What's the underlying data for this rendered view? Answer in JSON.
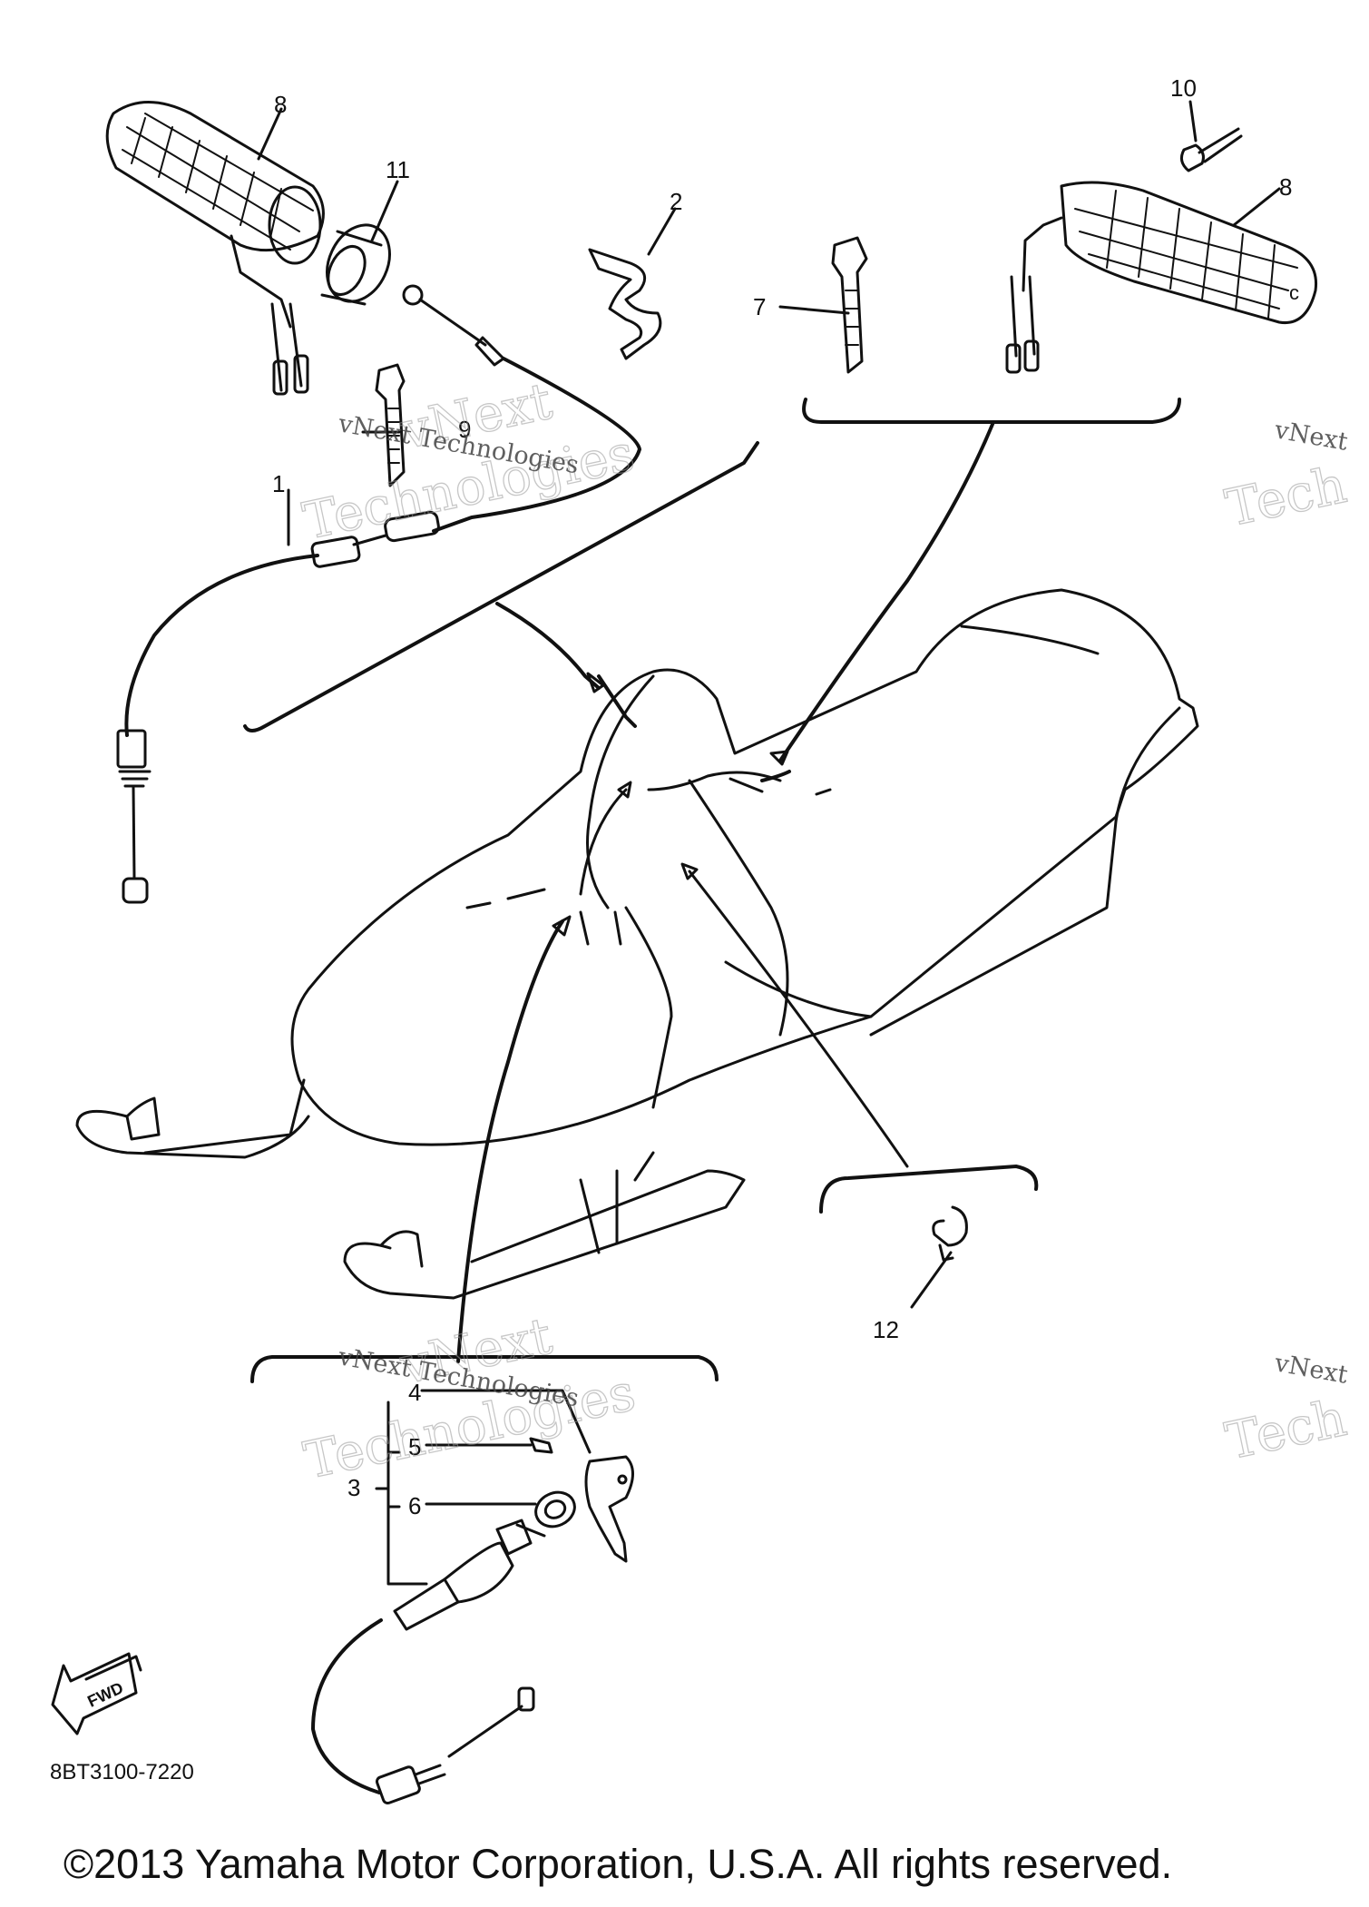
{
  "diagram": {
    "part_labels": {
      "p1": "1",
      "p2": "2",
      "p3": "3",
      "p4": "4",
      "p5": "5",
      "p6": "6",
      "p7": "7",
      "p8a": "8",
      "p8b": "8",
      "p9": "9",
      "p10": "10",
      "p11": "11",
      "p12": "12"
    },
    "fwd_label": "FWD",
    "drawing_number": "8BT3100-7220",
    "watermark": {
      "vnext": "vNext",
      "technologies": "Technologies",
      "vnext_technologies": "vNext Technologies",
      "partial_vnext": "vNext",
      "partial_tech": "Tech"
    }
  },
  "footer": {
    "copyright": "©2013 Yamaha Motor Corporation, U.S.A. All rights reserved."
  }
}
